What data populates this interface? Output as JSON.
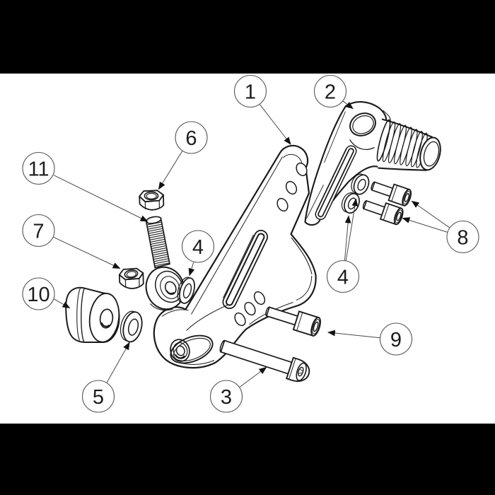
{
  "figure": {
    "colors": {
      "background": "#ffffff",
      "letterbox_bar": "#000000",
      "part_line": "#1a1a1a",
      "leader_line": "#4a4a4a",
      "callout_stroke": "#5a5a5a",
      "callout_text": "#1c1c1c"
    }
  },
  "callouts": {
    "1": {
      "label": "1"
    },
    "2": {
      "label": "2"
    },
    "3": {
      "label": "3"
    },
    "4": {
      "label": "4"
    },
    "5": {
      "label": "5"
    },
    "6": {
      "label": "6"
    },
    "7": {
      "label": "7"
    },
    "8": {
      "label": "8"
    },
    "9": {
      "label": "9"
    },
    "10": {
      "label": "10"
    },
    "11": {
      "label": "11"
    }
  }
}
